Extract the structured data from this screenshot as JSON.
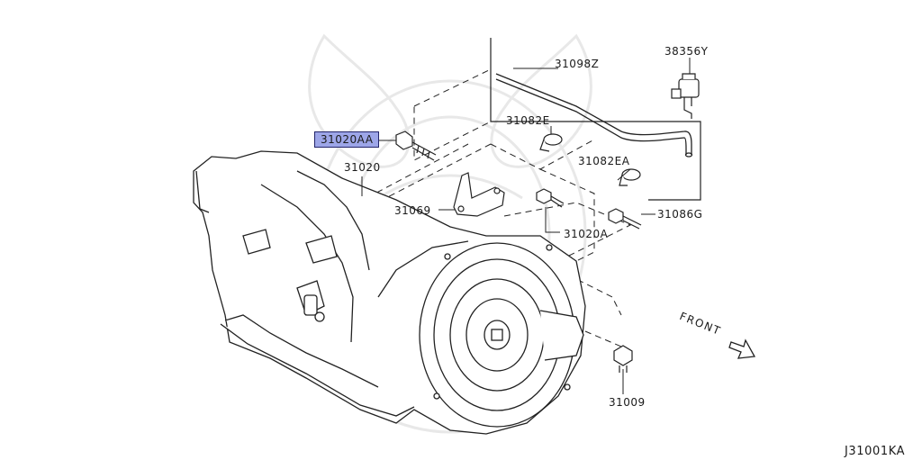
{
  "parts": {
    "p38356Y": "38356Y",
    "p31098Z": "31098Z",
    "p31082E": "31082E",
    "p31082EA": "31082EA",
    "p31020AA": "31020AA",
    "p31020": "31020",
    "p31069": "31069",
    "p31020A": "31020A",
    "p31086G": "31086G",
    "p31009": "31009"
  },
  "highlight_color": "#9da6e8",
  "front_label": "FRONT",
  "figure_code": "J31001KA"
}
